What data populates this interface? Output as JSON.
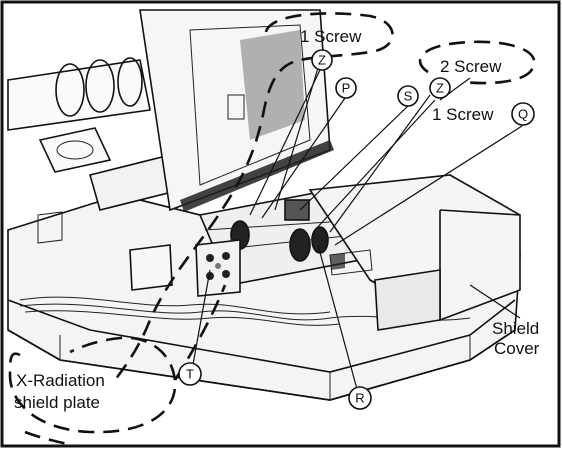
{
  "labels": {
    "screw_1_top": "1 Screw",
    "screw_2": "2 Screw",
    "screw_1_q": "1 Screw",
    "shield_cover_line1": "Shield",
    "shield_cover_line2": "Cover",
    "xrad_line1": "X-Radiation",
    "xrad_line2": "shield plate"
  },
  "callouts": {
    "z1": "Z",
    "z2": "Z",
    "p": "P",
    "s": "S",
    "q": "Q",
    "t": "T",
    "r": "R"
  }
}
